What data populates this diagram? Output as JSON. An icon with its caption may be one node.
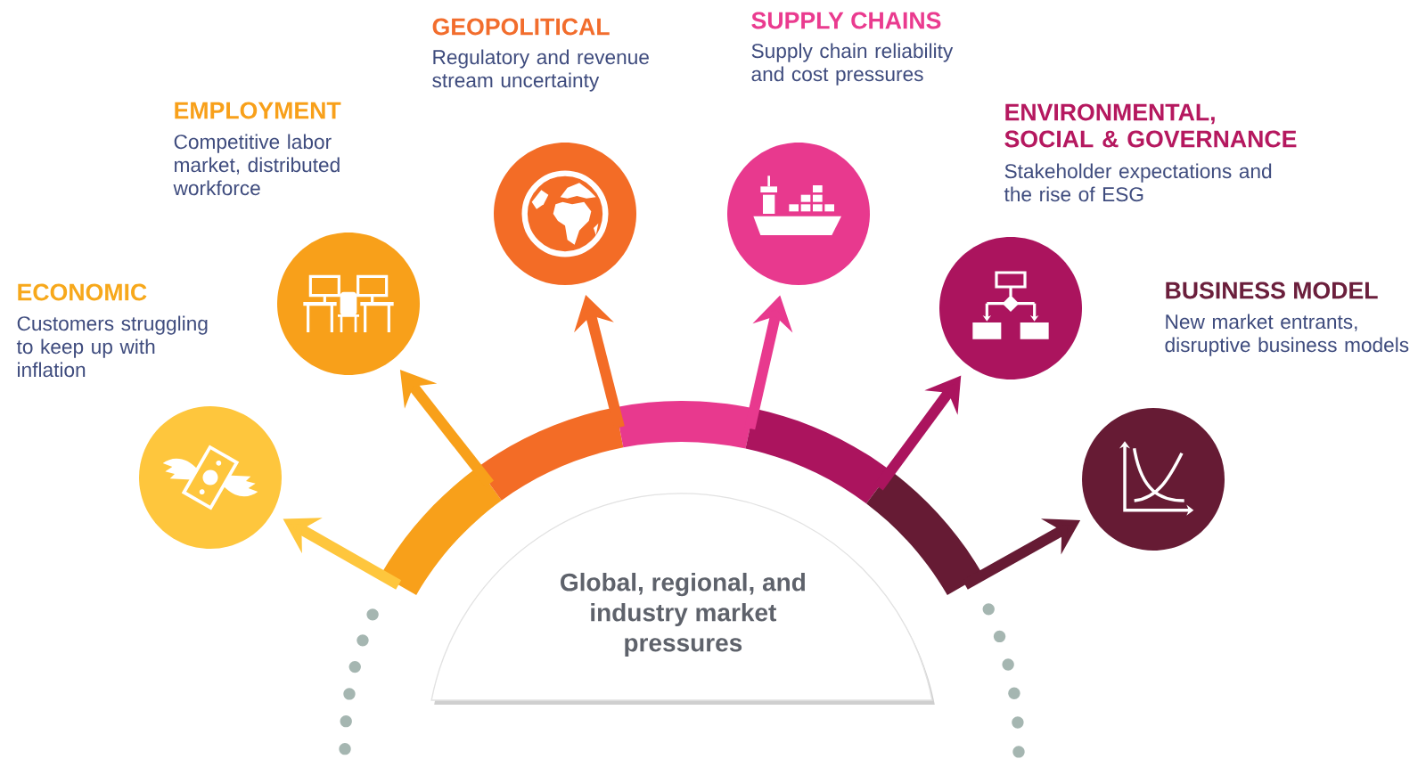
{
  "diagram": {
    "nodes": [
      {
        "text": [
          "Global, regional, and industry market pressures"
        ]
      },
      {
        "text": [],
        "shape": "arc"
      },
      {
        "text": [
          "ECONOMIC",
          "Customers struggling to keep up with inflation"
        ]
      },
      {
        "text": [
          "EMPLOYMENT",
          "Competitive labor market, distributed workforce"
        ]
      },
      {
        "text": [
          "GEOPOLITICAL",
          "Regulatory and revenue stream uncertainty"
        ]
      },
      {
        "text": [
          "SUPPLY CHAINS",
          "Supply chain reliability and cost pressures"
        ]
      },
      {
        "text": [
          "ENVIRONMENTAL, SOCIAL & GOVERNANCE",
          "Stakeholder expectations and the rise of ESG"
        ]
      },
      {
        "text": [
          "BUSINESS MODEL",
          "New market entrants, disruptive business models"
        ]
      }
    ],
    "edges": [
      {
        "from": 1,
        "to": 2,
        "arrow": "to",
        "color": "#fec63d"
      },
      {
        "from": 1,
        "to": 3,
        "arrow": "to",
        "color": "#f8a01a"
      },
      {
        "from": 1,
        "to": 4,
        "arrow": "to",
        "color": "#f36c26"
      },
      {
        "from": 1,
        "to": 5,
        "arrow": "to",
        "color": "#e8398e"
      },
      {
        "from": 1,
        "to": 6,
        "arrow": "to",
        "color": "#ab145e"
      },
      {
        "from": 1,
        "to": 7,
        "arrow": "to",
        "color": "#661b34"
      }
    ]
  }
}
